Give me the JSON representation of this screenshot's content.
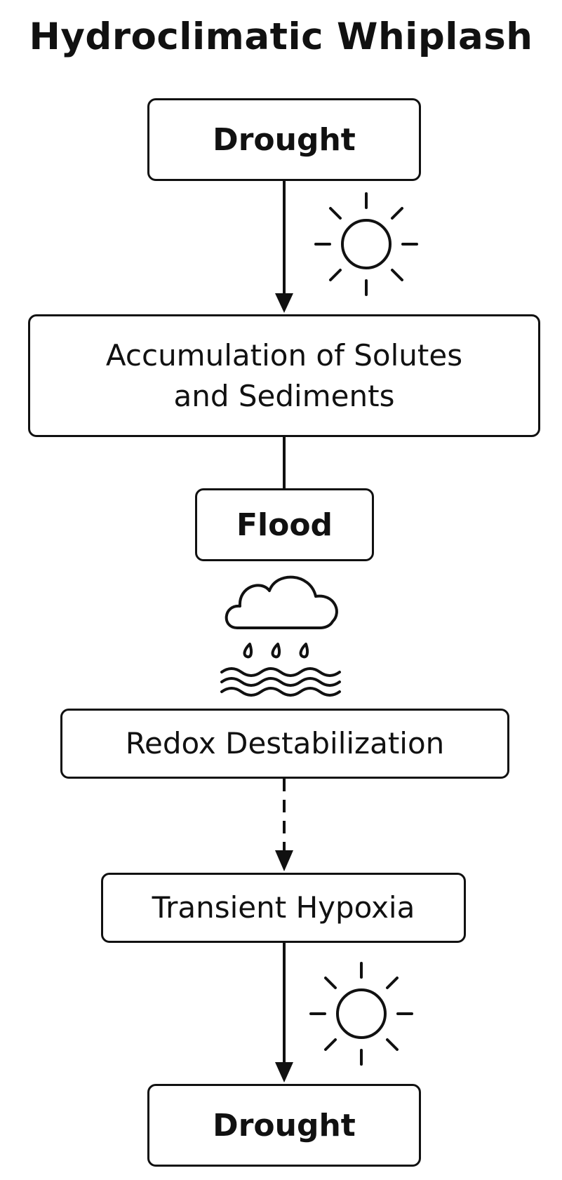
{
  "title": "Hydroclimatic Whiplash",
  "nodes": {
    "drought_start": "Drought",
    "accumulation_line1": "Accumulation of Solutes",
    "accumulation_line2": "and Sediments",
    "flood": "Flood",
    "redox": "Redox Destabilization",
    "hypoxia": "Transient Hypoxia",
    "drought_end": "Drought"
  },
  "icons": {
    "top_sun": "sun-icon",
    "rain": "rain-cloud-icon",
    "waves": "water-waves-icon",
    "bottom_sun": "sun-icon"
  },
  "colors": {
    "stroke": "#111111",
    "background": "#ffffff"
  }
}
